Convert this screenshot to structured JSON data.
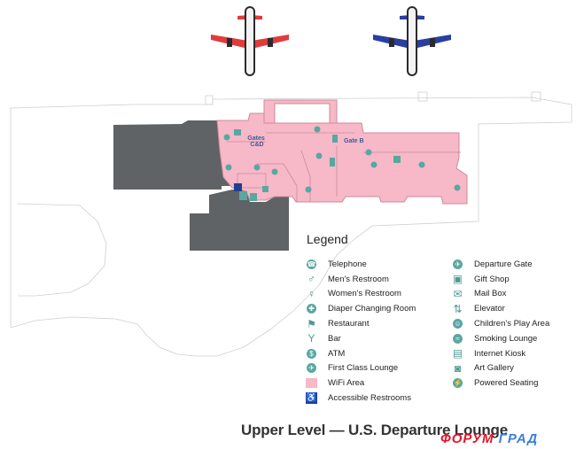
{
  "map": {
    "gate_b_label": "Gate B",
    "gates_cd_label_1": "Gates",
    "gates_cd_label_2": "C&D",
    "colors": {
      "wifi_area": "#f7b8c8",
      "other_building": "#5f6366",
      "amenity": "#5aa7a0",
      "plane_left": "#e23b3b",
      "plane_right": "#2a3fa0",
      "accessible": "#1f3f8f"
    }
  },
  "legend": {
    "title": "Legend",
    "left": [
      {
        "label": "Telephone",
        "icon": "telephone-icon",
        "glyph": "☎"
      },
      {
        "label": "Men's Restroom",
        "icon": "mens-restroom-icon",
        "glyph": "♂"
      },
      {
        "label": "Women's Restroom",
        "icon": "womens-restroom-icon",
        "glyph": "♀"
      },
      {
        "label": "Diaper Changing Room",
        "icon": "diaper-changing-icon",
        "glyph": "✚"
      },
      {
        "label": "Restaurant",
        "icon": "restaurant-icon",
        "glyph": "⚑"
      },
      {
        "label": "Bar",
        "icon": "bar-icon",
        "glyph": "Y"
      },
      {
        "label": "ATM",
        "icon": "atm-icon",
        "glyph": "$"
      },
      {
        "label": "First Class Lounge",
        "icon": "first-class-lounge-icon",
        "glyph": "✈"
      },
      {
        "label": "WiFi Area",
        "icon": "wifi-area-swatch",
        "glyph": ""
      },
      {
        "label": "Accessible Restrooms",
        "icon": "accessible-icon",
        "glyph": "♿"
      }
    ],
    "right": [
      {
        "label": "Departure Gate",
        "icon": "departure-gate-icon",
        "glyph": "✈"
      },
      {
        "label": "Gift Shop",
        "icon": "gift-shop-icon",
        "glyph": "▣"
      },
      {
        "label": "Mail Box",
        "icon": "mail-box-icon",
        "glyph": "✉"
      },
      {
        "label": "Elevator",
        "icon": "elevator-icon",
        "glyph": "⇅"
      },
      {
        "label": "Children's Play Area",
        "icon": "play-area-icon",
        "glyph": "☺"
      },
      {
        "label": "Smoking Lounge",
        "icon": "smoking-lounge-icon",
        "glyph": "≈"
      },
      {
        "label": "Internet Kiosk",
        "icon": "internet-kiosk-icon",
        "glyph": "▤"
      },
      {
        "label": "Art Gallery",
        "icon": "art-gallery-icon",
        "glyph": "◙"
      },
      {
        "label": "Powered Seating",
        "icon": "powered-seating-icon",
        "glyph": "⚡"
      }
    ]
  },
  "caption": "Upper Level — U.S. Departure Lounge",
  "watermark": {
    "part1": "ФОРУМ",
    "part2": "ГРАД"
  }
}
